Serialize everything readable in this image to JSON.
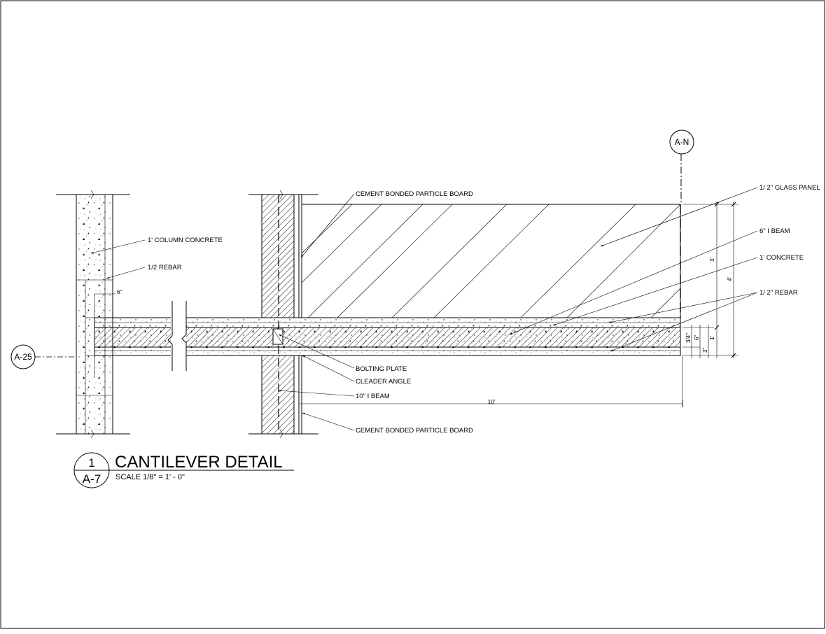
{
  "grid_markers": {
    "left": "A-25",
    "top": "A-N"
  },
  "callouts": {
    "column_concrete": "1' COLUMN CONCRETE",
    "column_rebar": "1/2 REBAR",
    "cbpb_top": "CEMENT BONDED PARTICLE BOARD",
    "glass_panel": "1/ 2\" GLASS PANEL",
    "i_beam_6": "6\" I BEAM",
    "concrete_1": "1' CONCRETE",
    "rebar_half": "1/ 2\" REBAR",
    "bolting_plate": "BOLTING PLATE",
    "cleader_angle": "CLEADER ANGLE",
    "i_beam_10": "10\" I BEAM",
    "cbpb_bottom": "CEMENT BONDED PARTICLE BOARD"
  },
  "dimensions": {
    "six_inch": "6\"",
    "ten_feet": "10'",
    "three_feet": "3'",
    "four_feet": "4'",
    "one_foot": "1'",
    "three_quarter": "3/4\"",
    "six_in_right": "6\"",
    "three_in": "3\""
  },
  "title_block": {
    "detail_number": "1",
    "sheet_number": "A-7",
    "title": "CANTILEVER DETAIL",
    "scale": "SCALE 1/8\" = 1' - 0\""
  }
}
